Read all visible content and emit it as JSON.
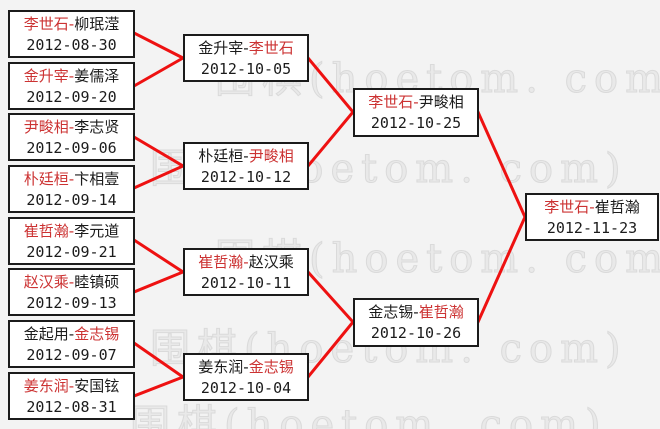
{
  "separator": "-",
  "watermark": {
    "text": "围棋(hoetom. com)"
  },
  "colors": {
    "background": "#f3f3f3",
    "winner": "#cc3333",
    "line": "#ee1111",
    "border": "#1b1b1b",
    "watermark": "#e9e9e9"
  },
  "bracket": {
    "rounds": [
      {
        "matches": [
          {
            "p1": "李世石",
            "p2": "柳珉滢",
            "winner": 1,
            "date": "2012-08-30"
          },
          {
            "p1": "金升宰",
            "p2": "姜儒泽",
            "winner": 1,
            "date": "2012-09-20"
          },
          {
            "p1": "尹畯相",
            "p2": "李志贤",
            "winner": 1,
            "date": "2012-09-06"
          },
          {
            "p1": "朴廷桓",
            "p2": "卞相壹",
            "winner": 1,
            "date": "2012-09-14"
          },
          {
            "p1": "崔哲瀚",
            "p2": "李元道",
            "winner": 1,
            "date": "2012-09-21"
          },
          {
            "p1": "赵汉乘",
            "p2": "睦镇硕",
            "winner": 1,
            "date": "2012-09-13"
          },
          {
            "p1": "金起用",
            "p2": "金志锡",
            "winner": 2,
            "date": "2012-09-07"
          },
          {
            "p1": "姜东润",
            "p2": "安国铉",
            "winner": 1,
            "date": "2012-08-31"
          }
        ]
      },
      {
        "matches": [
          {
            "p1": "金升宰",
            "p2": "李世石",
            "winner": 2,
            "date": "2012-10-05"
          },
          {
            "p1": "朴廷桓",
            "p2": "尹畯相",
            "winner": 2,
            "date": "2012-10-12"
          },
          {
            "p1": "崔哲瀚",
            "p2": "赵汉乘",
            "winner": 1,
            "date": "2012-10-11"
          },
          {
            "p1": "姜东润",
            "p2": "金志锡",
            "winner": 2,
            "date": "2012-10-04"
          }
        ]
      },
      {
        "matches": [
          {
            "p1": "李世石",
            "p2": "尹畯相",
            "winner": 1,
            "date": "2012-10-25"
          },
          {
            "p1": "金志锡",
            "p2": "崔哲瀚",
            "winner": 2,
            "date": "2012-10-26"
          }
        ]
      },
      {
        "matches": [
          {
            "p1": "李世石",
            "p2": "崔哲瀚",
            "winner": 1,
            "date": "2012-11-23"
          }
        ]
      }
    ]
  }
}
